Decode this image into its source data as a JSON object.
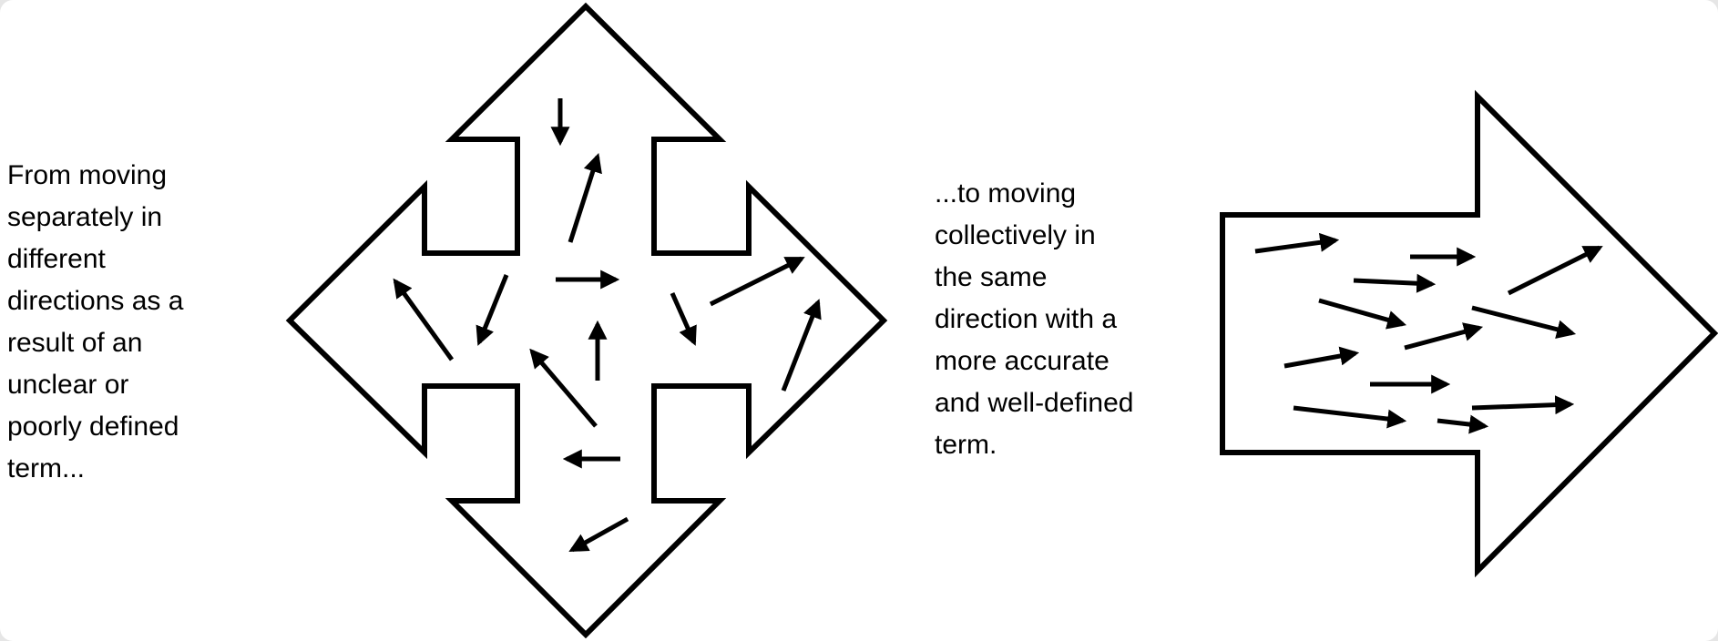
{
  "captions": {
    "left_lines": [
      "From moving",
      "separately in",
      "different",
      "directions as a",
      "result of an",
      "unclear or",
      "poorly defined",
      "term..."
    ],
    "right_lines": [
      "...to moving",
      "collectively in",
      "the same",
      "direction with a",
      "more accurate",
      "and well-defined",
      "term."
    ]
  },
  "colors": {
    "background": "#ffffff",
    "stroke": "#000000",
    "frame": "#e6e6e6"
  },
  "icons": {
    "left_shape": "four-way-arrow-icon",
    "right_shape": "right-arrow-icon"
  }
}
